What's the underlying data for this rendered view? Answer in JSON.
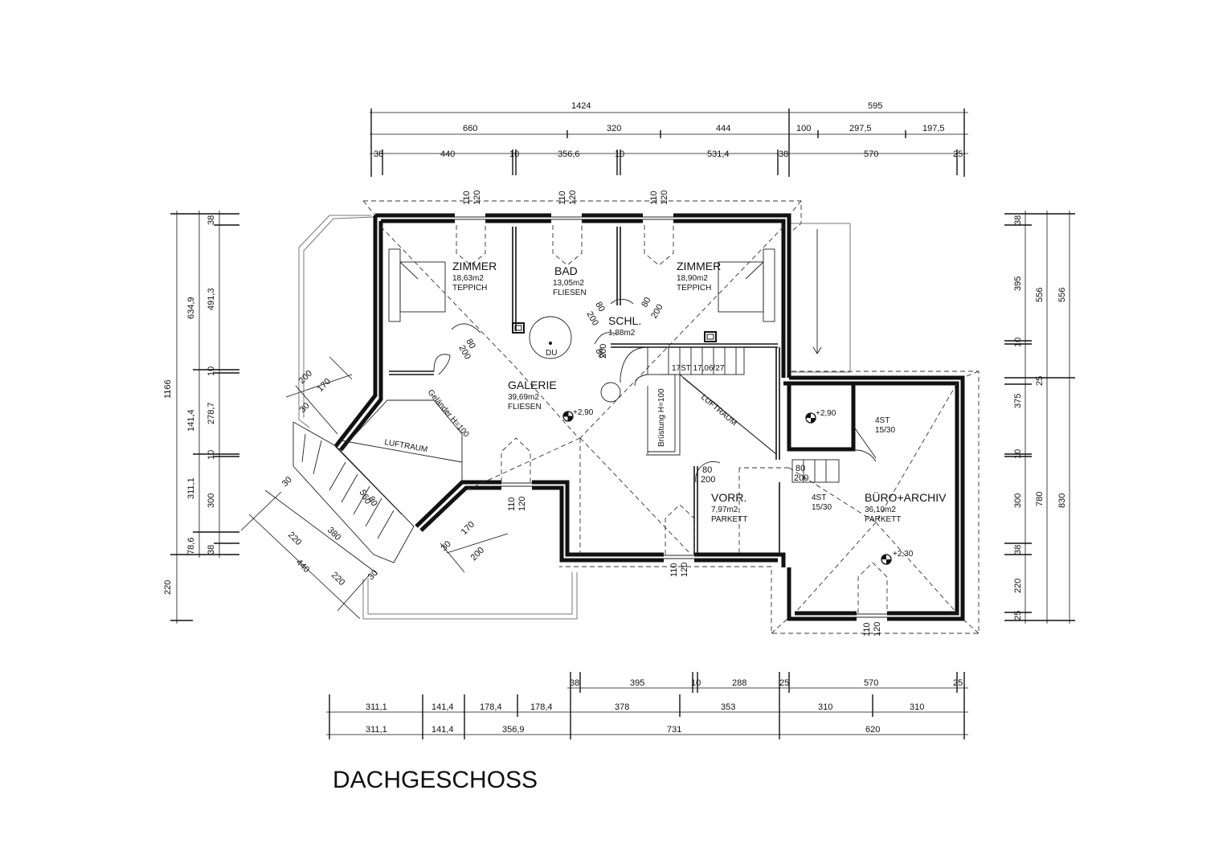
{
  "title": "DACHGESCHOSS",
  "rooms": {
    "zimmer1": {
      "name": "ZIMMER",
      "area": "18,63m2",
      "floor": "TEPPICH"
    },
    "bad": {
      "name": "BAD",
      "area": "13,05m2",
      "floor": "FLIESEN"
    },
    "zimmer2": {
      "name": "ZIMMER",
      "area": "18,90m2",
      "floor": "TEPPICH"
    },
    "schl": {
      "name": "SCHL.",
      "area": "1,88m2"
    },
    "galerie": {
      "name": "GALERIE",
      "area": "39,69m2",
      "floor": "FLIESEN"
    },
    "vorr": {
      "name": "VORR.",
      "area": "7,97m2",
      "floor": "PARKETT"
    },
    "buero": {
      "name": "BÜRO+ARCHIV",
      "area": "36,10m2",
      "floor": "PARKETT"
    }
  },
  "annotations": {
    "du": "DU",
    "stair_main": "17ST  17,06/27",
    "stair_4a": "4ST",
    "stair_4a_ratio": "15/30",
    "stair_4b": "4ST",
    "stair_4b_ratio": "15/30",
    "luftraum_1": "LUFTRAUM",
    "luftraum_2": "LUFTRAUM",
    "gelaender": "Geländer  H=100",
    "bruestung": "Brüstung  H=100",
    "level_galerie": "+2,90",
    "level_buero_top": "+2,90",
    "level_buero": "+2,30"
  },
  "dims_top": {
    "row1": [
      "1424",
      "595"
    ],
    "row2": [
      "660",
      "320",
      "444",
      "100",
      "297,5",
      "197,5"
    ],
    "row3": [
      "38",
      "440",
      "10",
      "356,6",
      "10",
      "531,4",
      "38",
      "570",
      "25"
    ]
  },
  "dims_bottom": {
    "row1": [
      "38",
      "395",
      "10",
      "288",
      "25",
      "570",
      "25"
    ],
    "row2": [
      "311,1",
      "141,4",
      "178,4",
      "178,4",
      "378",
      "353",
      "310",
      "310"
    ],
    "row3": [
      "311,1",
      "141,4",
      "356,9",
      "731",
      "620"
    ]
  },
  "dims_left": {
    "outer": [
      "1166",
      "220"
    ],
    "mid": [
      "634,9",
      "141,4",
      "311,1",
      "78,6"
    ],
    "inner": [
      "38",
      "491,3",
      "10",
      "278,7",
      "10",
      "300",
      "38"
    ]
  },
  "dims_right": {
    "inner": [
      "38",
      "395",
      "10",
      "25",
      "375",
      "10",
      "300",
      "38",
      "220",
      "25"
    ],
    "mid": [
      "556",
      "780"
    ],
    "outer": [
      "556",
      "830"
    ]
  },
  "dims_misc": {
    "window_a": "110",
    "window_b": "120",
    "door_80": "80",
    "door_200": "200",
    "wing_200": "200",
    "wing_170": "170",
    "wing_30": "30",
    "stair_380": "380",
    "stair_220": "220",
    "stair_440": "440",
    "stair_560": "560",
    "stair_80": "80"
  }
}
